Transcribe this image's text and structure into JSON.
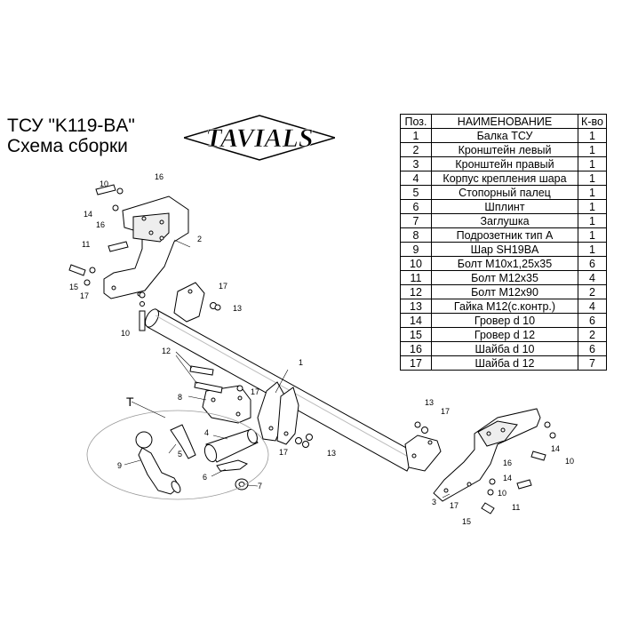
{
  "title": {
    "line1": "ТСУ  \"K119-BA\"",
    "line2": "Схема сборки"
  },
  "logo": {
    "text": "TAVIALS"
  },
  "table": {
    "headers": [
      "Поз.",
      "НАИМЕНОВАНИЕ",
      "К-во"
    ],
    "rows": [
      [
        "1",
        "Балка ТСУ",
        "1"
      ],
      [
        "2",
        "Кронштейн левый",
        "1"
      ],
      [
        "3",
        "Кронштейн правый",
        "1"
      ],
      [
        "4",
        "Корпус крепления шара",
        "1"
      ],
      [
        "5",
        "Стопорный палец",
        "1"
      ],
      [
        "6",
        "Шплинт",
        "1"
      ],
      [
        "7",
        "Заглушка",
        "1"
      ],
      [
        "8",
        "Подрозетник тип А",
        "1"
      ],
      [
        "9",
        "Шар SH19BA",
        "1"
      ],
      [
        "10",
        "Болт М10х1,25х35",
        "6"
      ],
      [
        "11",
        "Болт М12х35",
        "4"
      ],
      [
        "12",
        "Болт М12х90",
        "2"
      ],
      [
        "13",
        "Гайка М12(с.контр.)",
        "4"
      ],
      [
        "14",
        "Гровер d 10",
        "6"
      ],
      [
        "15",
        "Гровер d 12",
        "2"
      ],
      [
        "16",
        "Шайба d 10",
        "6"
      ],
      [
        "17",
        "Шайба d 12",
        "7"
      ]
    ]
  },
  "callouts": {
    "n1": "1",
    "n2": "2",
    "n3": "3",
    "n4": "4",
    "n5": "5",
    "n6": "6",
    "n7": "7",
    "n8": "8",
    "n9": "9",
    "n10": "10",
    "n11": "11",
    "n12": "12",
    "n13": "13",
    "n14": "14",
    "n15": "15",
    "n16": "16",
    "n17": "17",
    "T": "T"
  },
  "colors": {
    "line": "#000000",
    "part_fill": "#ffffff",
    "shade": "#d9d9d9"
  }
}
